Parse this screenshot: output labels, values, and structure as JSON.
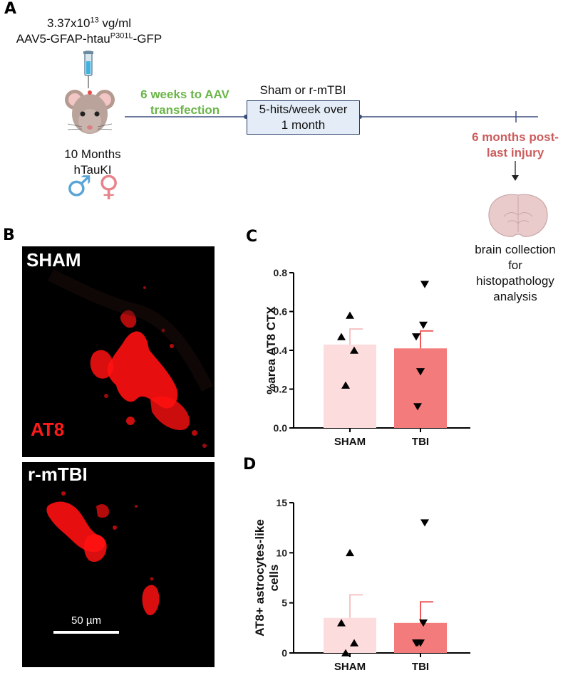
{
  "panel_a": {
    "letter": "A",
    "dose_prefix": "3.37x10",
    "dose_exp": "13",
    "dose_suffix": " vg/ml",
    "vector_prefix": "AAV5-GFAP-htau",
    "vector_sup": "P301L",
    "vector_suffix": "-GFP",
    "age": "10 Months",
    "strain": "hTauKI",
    "male_symbol": "♂",
    "female_symbol": "♀",
    "transfection_line1": "6 weeks to AAV",
    "transfection_line2": "transfection",
    "condition": "Sham or r-mTBI",
    "protocol_line1": "5-hits/week over",
    "protocol_line2": "1 month",
    "post_injury_line1": "6 months post-",
    "post_injury_line2": "last injury",
    "collection_line1": "brain collection",
    "collection_line2": "for",
    "collection_line3": "histopathology",
    "collection_line4": "analysis",
    "colors": {
      "green": "#6ab547",
      "red": "#cc5c5c",
      "line": "#3d4f80",
      "male": "#5aa5d6",
      "female": "#e8838a"
    }
  },
  "panel_b": {
    "letter": "B",
    "top_label": "SHAM",
    "stain_label": "AT8",
    "bottom_label": "r-mTBI",
    "scale_bar": "50 µm"
  },
  "chart_data": [
    {
      "panel": "C",
      "type": "bar",
      "categories": [
        "SHAM",
        "TBI"
      ],
      "values": [
        0.43,
        0.41
      ],
      "sem": [
        0.08,
        0.09
      ],
      "points": [
        [
          0.58,
          0.47,
          0.4,
          0.22
        ],
        [
          0.74,
          0.53,
          0.47,
          0.29,
          0.11
        ]
      ],
      "markers": [
        "triangle-up",
        "triangle-down"
      ],
      "colors": [
        "#fcdcdc",
        "#f47b7b"
      ],
      "ylabel": "%area AT8 CTX",
      "ylim": [
        0,
        0.8
      ],
      "yticks": [
        "0.0",
        "0.2",
        "0.4",
        "0.6",
        "0.8"
      ],
      "ytick_values": [
        0,
        0.2,
        0.4,
        0.6,
        0.8
      ]
    },
    {
      "panel": "D",
      "type": "bar",
      "categories": [
        "SHAM",
        "TBI"
      ],
      "values": [
        3.5,
        3.0
      ],
      "sem": [
        2.3,
        2.1
      ],
      "points": [
        [
          10,
          3,
          1,
          0
        ],
        [
          13,
          3,
          1,
          1,
          1
        ]
      ],
      "markers": [
        "triangle-up",
        "triangle-down"
      ],
      "colors": [
        "#fcdcdc",
        "#f47b7b"
      ],
      "ylabel_line1": "AT8+ astrocytes-like",
      "ylabel_line2": "cells",
      "ylim": [
        0,
        15
      ],
      "yticks": [
        "0",
        "5",
        "10",
        "15"
      ],
      "ytick_values": [
        0,
        5,
        10,
        15
      ]
    }
  ]
}
